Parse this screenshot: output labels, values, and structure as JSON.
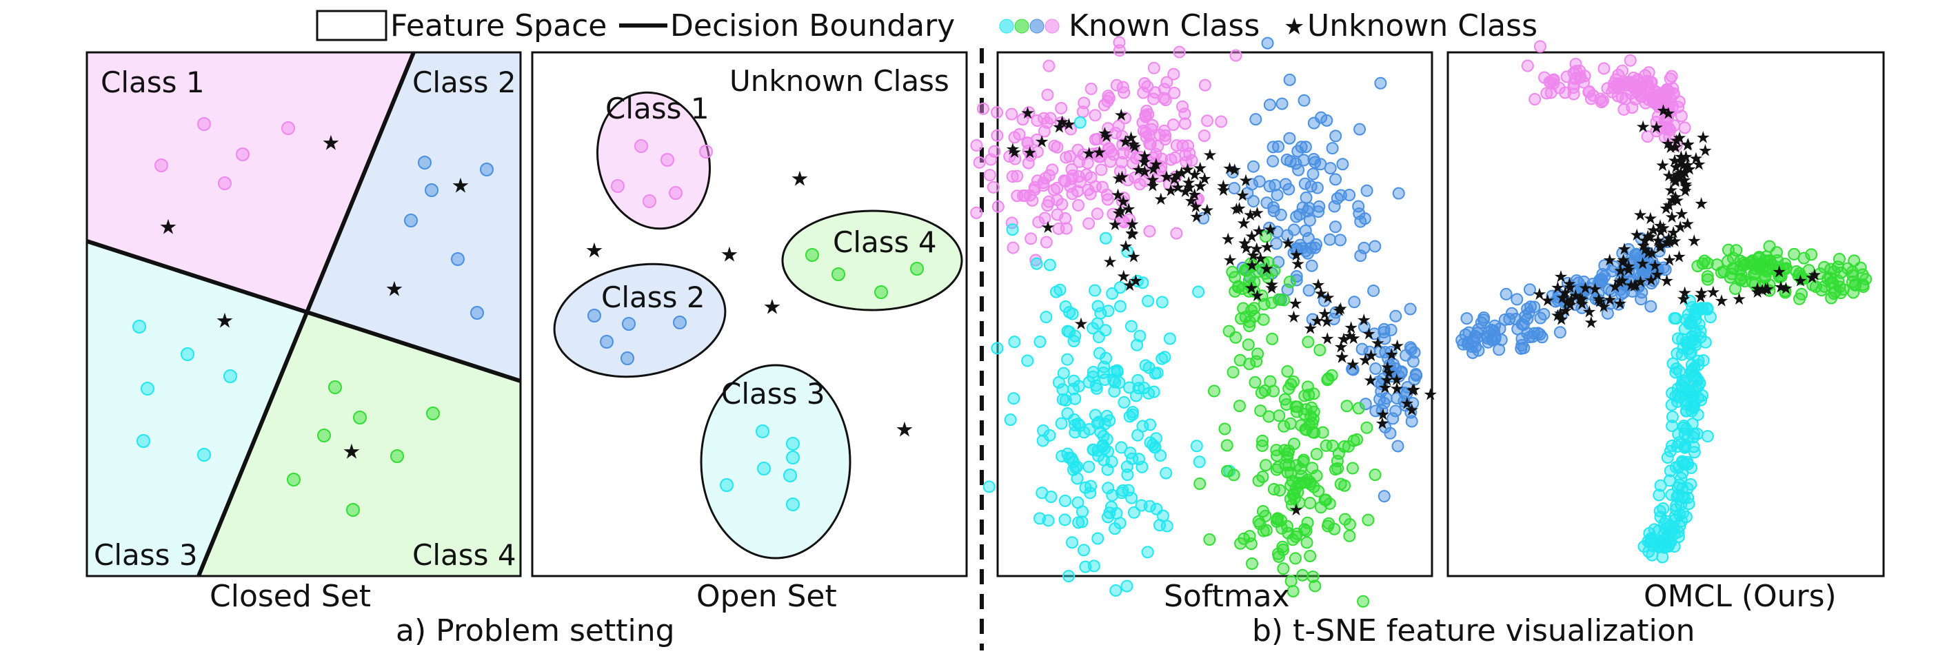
{
  "legend": {
    "feature_space": "Feature Space",
    "decision_boundary": "Decision Boundary",
    "known_class": "Known Class",
    "unknown_class": "Unknown Class"
  },
  "closed_set": {
    "title": "Closed Set",
    "class1": "Class 1",
    "class2": "Class 2",
    "class3": "Class 3",
    "class4": "Class 4"
  },
  "open_set": {
    "title": "Open Set",
    "unknown": "Unknown Class",
    "class1": "Class 1",
    "class2": "Class 2",
    "class3": "Class 3",
    "class4": "Class 4"
  },
  "caption_a": "a) Problem setting",
  "caption_b": "b) t-SNE feature visualization",
  "tsne_softmax": "Softmax",
  "tsne_omcl": "OMCL (Ours)",
  "colors": {
    "class1": "#ee88ee",
    "class2": "#4a90e2",
    "class3": "#22e6f0",
    "class4": "#33dd33",
    "region1": "#fbe0fb",
    "region2": "#deeafa",
    "region3": "#e2fbfb",
    "region4": "#e2fbdc"
  }
}
